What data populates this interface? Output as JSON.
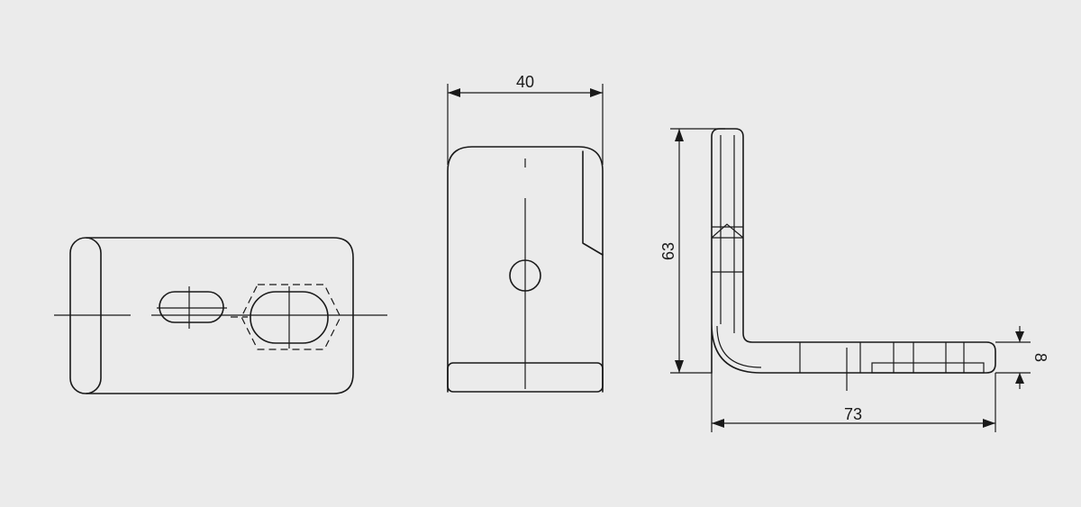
{
  "dimensions": {
    "width_label": "40",
    "height_label": "63",
    "length_label": "73",
    "thickness_label": "8"
  },
  "colors": {
    "background": "#ebebeb",
    "line": "#1a1a1a"
  }
}
